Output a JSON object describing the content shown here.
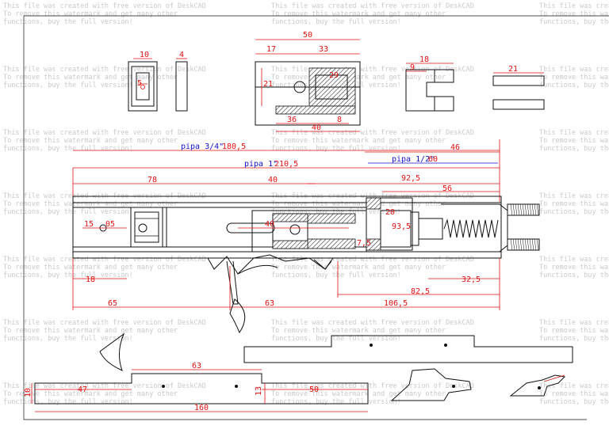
{
  "watermark": {
    "line1": "This file was created with free version of DeskCAD",
    "line2": "To remove this watermark and get many other",
    "line3": "functions, buy the full version!"
  },
  "pipe_labels": {
    "pipe_3_4": "pipa 3/4\"",
    "pipe_1": "pipa 1\"",
    "pipe_1_2": "pipa 1/2\""
  },
  "dimensions": {
    "part_a_width": "10",
    "part_a_small": "5",
    "part_b_width": "4",
    "part_c_total": "50",
    "part_c_left": "17",
    "part_c_right": "33",
    "part_c_height": "21",
    "part_c_inner": "29",
    "part_c_bottom": "36",
    "part_c_right_small": "8",
    "part_c_lower": "40",
    "part_d_width": "18",
    "part_d_small": "9",
    "part_e_width": "21",
    "assy_180_5": "180,5",
    "assy_210_5": "210,5",
    "assy_60": "60",
    "assy_46": "46",
    "assy_78": "78",
    "assy_40": "40",
    "assy_92_5": "92,5",
    "assy_56": "56",
    "assy_20": "20",
    "assy_15": "15",
    "assy_05": "05",
    "assy_inner_40": "40",
    "assy_93_5": "93,5",
    "assy_7_5": "7,5",
    "assy_18": "18",
    "assy_32_5": "32,5",
    "assy_82_5": "82,5",
    "assy_65": "65",
    "assy_63": "63",
    "assy_106_5": "106,5",
    "plate_63": "63",
    "plate_10": "10",
    "plate_47": "47",
    "plate_13": "13",
    "plate_50": "50",
    "plate_160": "160"
  },
  "colors": {
    "dimension": "#e01010",
    "pipe": "#1010d0",
    "outline": "#111111",
    "watermark": "#c9c9c9"
  }
}
